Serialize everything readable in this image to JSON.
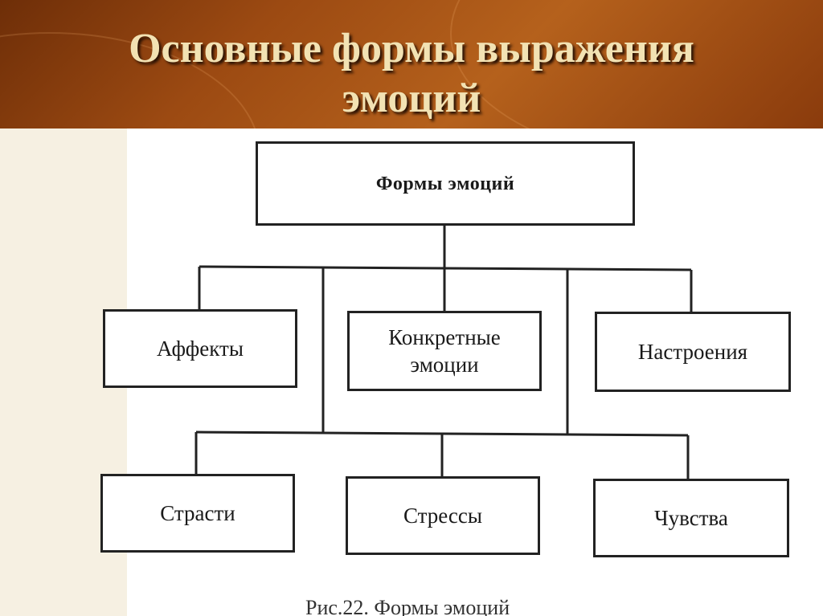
{
  "slide": {
    "title_line1": "Основные формы выражения",
    "title_line2": "эмоций"
  },
  "diagram": {
    "root": "Формы эмоций",
    "level1": [
      "Аффекты",
      "Конкретные эмоции",
      "Настроения"
    ],
    "level2": [
      "Страсти",
      "Стрессы",
      "Чувства"
    ],
    "caption": "Рис.22. Формы эмоций"
  },
  "colors": {
    "header_brown": "#9c4a12",
    "title_text": "#f2e2b3",
    "box_border": "#222222"
  }
}
